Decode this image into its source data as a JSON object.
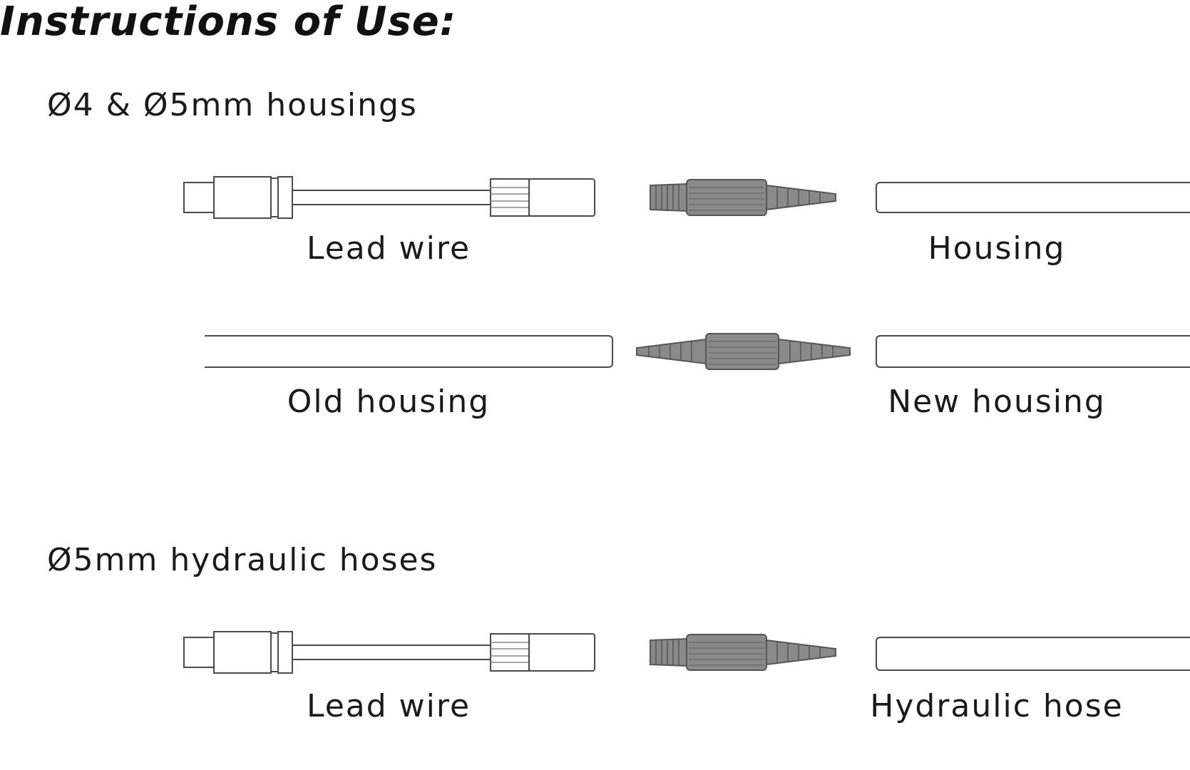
{
  "title": "Instructions of Use:",
  "sections": [
    {
      "heading": "Ø4 & Ø5mm housings",
      "rows": [
        {
          "left_label": "Lead wire",
          "right_label": "Housing"
        },
        {
          "left_label": "Old housing",
          "right_label": "New housing"
        }
      ]
    },
    {
      "heading": "Ø5mm hydraulic hoses",
      "rows": [
        {
          "left_label": "Lead wire",
          "right_label": "Hydraulic hose"
        }
      ]
    }
  ],
  "colors": {
    "outline": "#4a4a4a",
    "connector_fill": "#8a8a8a",
    "connector_dark": "#555555"
  }
}
